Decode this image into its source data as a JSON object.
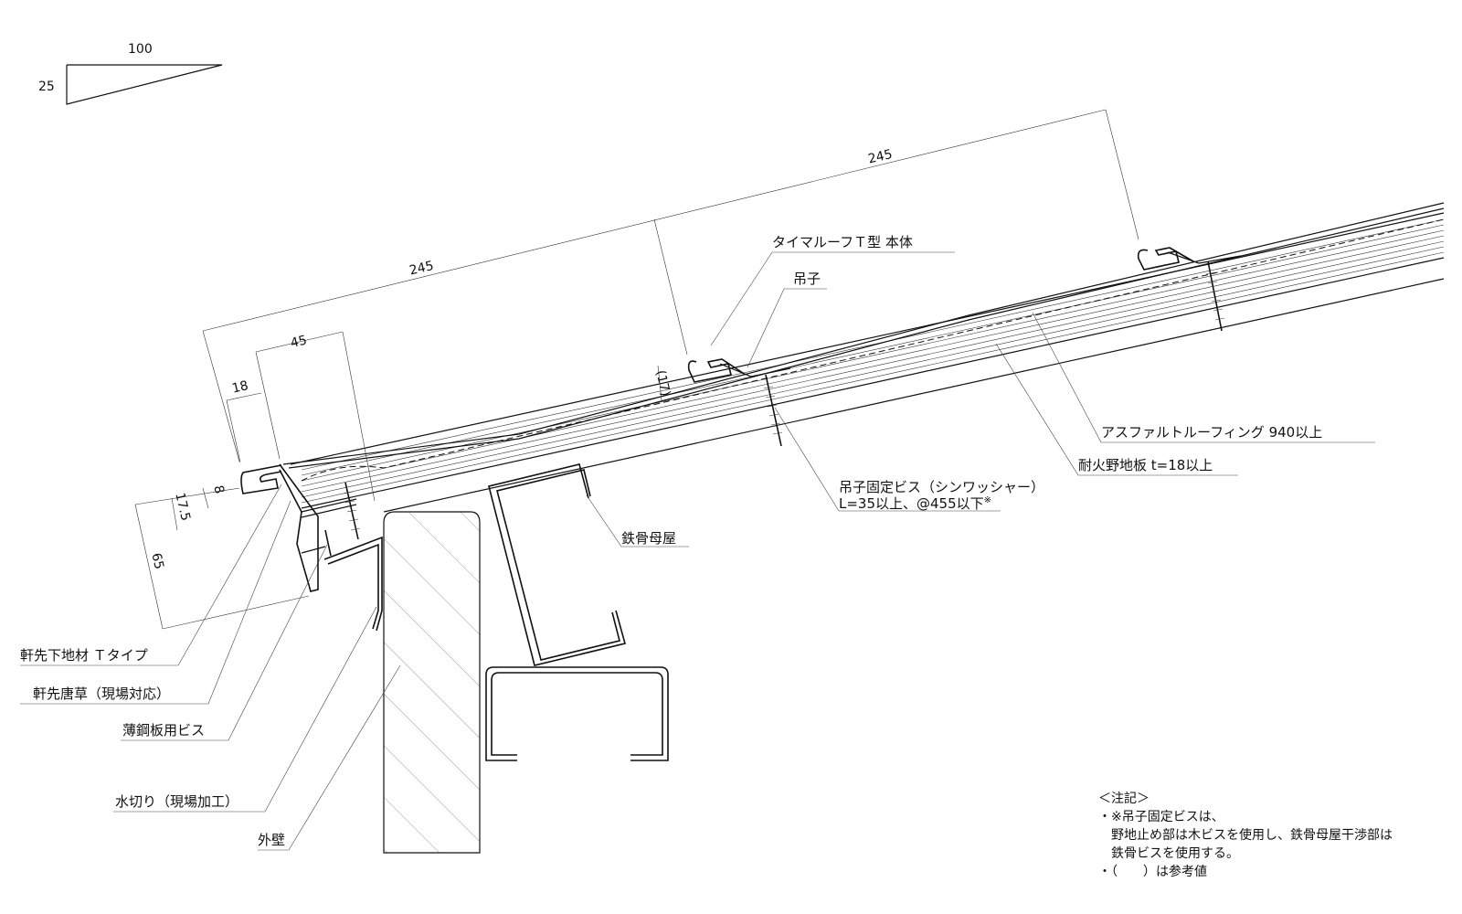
{
  "slope": {
    "run": "100",
    "rise": "25"
  },
  "dimensions": {
    "pitch_1": "245",
    "pitch_2": "245",
    "d45": "45",
    "d18": "18",
    "d17": "(17)",
    "d8": "8",
    "d17_5": "17.5",
    "d65": "65"
  },
  "labels": {
    "timeroof_body": "タイマルーフＴ型 本体",
    "clip": "吊子",
    "asphalt": "アスファルトルーフィング 940以上",
    "sheathing": "耐火野地板 t=18以上",
    "clip_screw_1": "吊子固定ビス（シンワッシャー）",
    "clip_screw_2": "L=35以上、@455以下",
    "clip_screw_mark": "※",
    "purlin": "鉄骨母屋",
    "eave_base": "軒先下地材 Ｔタイプ",
    "eave_karakusa": "軒先唐草（現場対応）",
    "steel_screw": "薄鋼板用ビス",
    "flashing": "水切り（現場加工）",
    "outer_wall": "外壁"
  },
  "notes": {
    "heading": "＜注記＞",
    "line1": "・※吊子固定ビスは、",
    "line2": "野地止め部は木ビスを使用し、鉄骨母屋干渉部は",
    "line3": "鉄骨ビスを使用する。",
    "line4": "・（　　）は参考値"
  }
}
